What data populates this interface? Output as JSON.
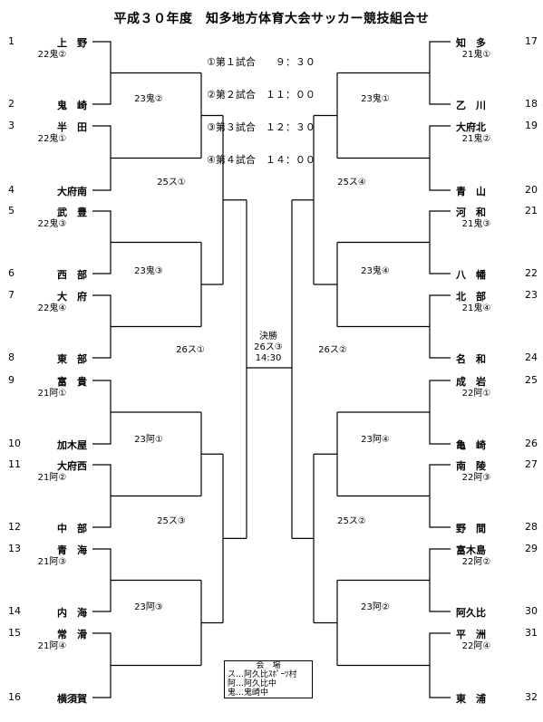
{
  "title": "平成３０年度　知多地方体育大会サッカー競技組合せ",
  "schedule": [
    "①第１試合　　９：３０",
    "②第２試合　１１：００",
    "③第３試合　１２：３０",
    "④第４試合　１４：００"
  ],
  "left_teams": [
    {
      "num": "1",
      "name": "上　野",
      "sub": "22鬼②"
    },
    {
      "num": "2",
      "name": "鬼　崎",
      "sub": ""
    },
    {
      "num": "3",
      "name": "半　田",
      "sub": "22鬼①"
    },
    {
      "num": "4",
      "name": "大府南",
      "sub": ""
    },
    {
      "num": "5",
      "name": "武　豊",
      "sub": "22鬼③"
    },
    {
      "num": "6",
      "name": "西　部",
      "sub": ""
    },
    {
      "num": "7",
      "name": "大　府",
      "sub": "22鬼④"
    },
    {
      "num": "8",
      "name": "東　部",
      "sub": ""
    },
    {
      "num": "9",
      "name": "富　貴",
      "sub": "21阿①"
    },
    {
      "num": "10",
      "name": "加木屋",
      "sub": ""
    },
    {
      "num": "11",
      "name": "大府西",
      "sub": "21阿②"
    },
    {
      "num": "12",
      "name": "中　部",
      "sub": ""
    },
    {
      "num": "13",
      "name": "青　海",
      "sub": "21阿③"
    },
    {
      "num": "14",
      "name": "内　海",
      "sub": ""
    },
    {
      "num": "15",
      "name": "常　滑",
      "sub": "21阿④"
    },
    {
      "num": "16",
      "name": "横須賀",
      "sub": ""
    }
  ],
  "right_teams": [
    {
      "num": "17",
      "name": "知　多",
      "sub": "21鬼①"
    },
    {
      "num": "18",
      "name": "乙　川",
      "sub": ""
    },
    {
      "num": "19",
      "name": "大府北",
      "sub": "21鬼②"
    },
    {
      "num": "20",
      "name": "青　山",
      "sub": ""
    },
    {
      "num": "21",
      "name": "河　和",
      "sub": "21鬼③"
    },
    {
      "num": "22",
      "name": "八　幡",
      "sub": ""
    },
    {
      "num": "23",
      "name": "北　部",
      "sub": "21鬼④"
    },
    {
      "num": "24",
      "name": "名　和",
      "sub": ""
    },
    {
      "num": "25",
      "name": "成　岩",
      "sub": "22阿①"
    },
    {
      "num": "26",
      "name": "亀　崎",
      "sub": ""
    },
    {
      "num": "27",
      "name": "南　陵",
      "sub": "22阿③"
    },
    {
      "num": "28",
      "name": "野　間",
      "sub": ""
    },
    {
      "num": "29",
      "name": "富木島",
      "sub": "22阿②"
    },
    {
      "num": "30",
      "name": "阿久比",
      "sub": ""
    },
    {
      "num": "31",
      "name": "平　洲",
      "sub": "22阿④"
    },
    {
      "num": "32",
      "name": "東　浦",
      "sub": ""
    }
  ],
  "left_round2": [
    "23鬼②",
    "23鬼③",
    "23阿①",
    "23阿③"
  ],
  "right_round2": [
    "23鬼①",
    "23鬼④",
    "23阿④",
    "23阿②"
  ],
  "left_round3": [
    "25ス①",
    "25ス③"
  ],
  "right_round3": [
    "25ス④",
    "25ス②"
  ],
  "left_semi": "26ス①",
  "right_semi": "26ス②",
  "final": {
    "label": "決勝",
    "code": "26ス③",
    "time": "14:30"
  },
  "venue": {
    "heading": "会　場",
    "items": [
      "ス…阿久比ｽﾎﾟｰﾂ村",
      "阿…阿久比中",
      "鬼…鬼崎中"
    ]
  }
}
